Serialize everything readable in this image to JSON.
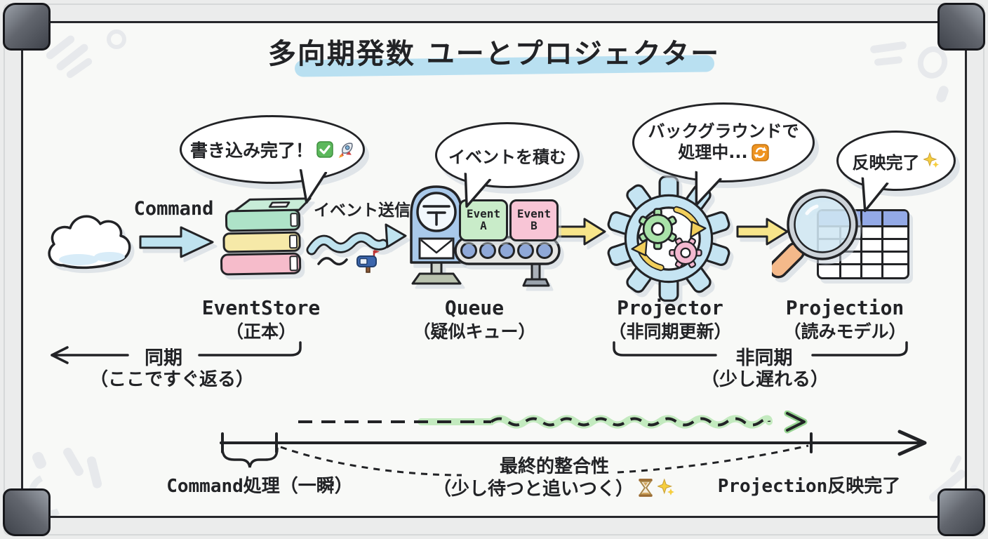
{
  "title": "多向期発数 ユーとプロジェクター",
  "bubbles": {
    "eventstore": {
      "text": "書き込み完了！",
      "icons": [
        "check-icon",
        "rocket-icon"
      ]
    },
    "queue": {
      "text": "イベントを積む",
      "icons": []
    },
    "projector": {
      "line1": "バックグラウンドで",
      "line2": "処理中...",
      "icons": [
        "repeat-icon"
      ]
    },
    "projection": {
      "text": "反映完了",
      "icons": [
        "sparkles-icon"
      ]
    }
  },
  "flow": {
    "actor_icon": "cloud-icon",
    "command_label": "Command",
    "event_send_label": "イベント送信",
    "event_send_icons": [
      "tilde-icon",
      "mailbox-icon"
    ],
    "event_boxes": [
      {
        "title": "Event",
        "id": "A"
      },
      {
        "title": "Event",
        "id": "B"
      }
    ],
    "nodes": [
      {
        "name": "EventStore",
        "sub": "（正本）",
        "icon": "books-icon"
      },
      {
        "name": "Queue",
        "sub": "（疑似キュー）",
        "icon": "postbox-icon"
      },
      {
        "name": "Projector",
        "sub": "（非同期更新）",
        "icon": "gear-icon"
      },
      {
        "name": "Projection",
        "sub": "（読みモデル）",
        "icon": "magnifier-table-icon"
      }
    ]
  },
  "sync_annotations": {
    "left_label": "同期",
    "left_sub": "（ここですぐ返る）",
    "right_label": "非同期",
    "right_sub": "（少し遅れる）"
  },
  "timeline": {
    "segment1_label": "Command処理（一瞬）",
    "middle_label": "最終的整合性",
    "middle_sub": "（少し待つと追いつく）",
    "middle_icons": [
      "hourglass-icon",
      "sparkles-icon"
    ],
    "end_label": "Projection反映完了"
  },
  "colors": {
    "highlight": "#aedcf0",
    "ink": "#222326",
    "blue-arrow": "#bfe3ef",
    "yellow-arrow": "#f7e58a",
    "book-green": "#aee3c8",
    "book-green-top": "#c8ecd8",
    "book-yellow": "#f6e9a8",
    "book-pink": "#f6bccb",
    "postbox-blue": "#a9c9ea",
    "event-a": "#c9ecc9",
    "event-b": "#f8c5d6",
    "roller-blue": "#8fa8d8",
    "gear-blue": "#c5e4f2",
    "gear-green": "#a9e2a9",
    "gear-pink": "#f3b9d0",
    "table-header": "#93a9e6",
    "handle-orange": "#f4b98a",
    "lens-blue": "#cfe8f5",
    "glow-green": "#bce8b8"
  }
}
